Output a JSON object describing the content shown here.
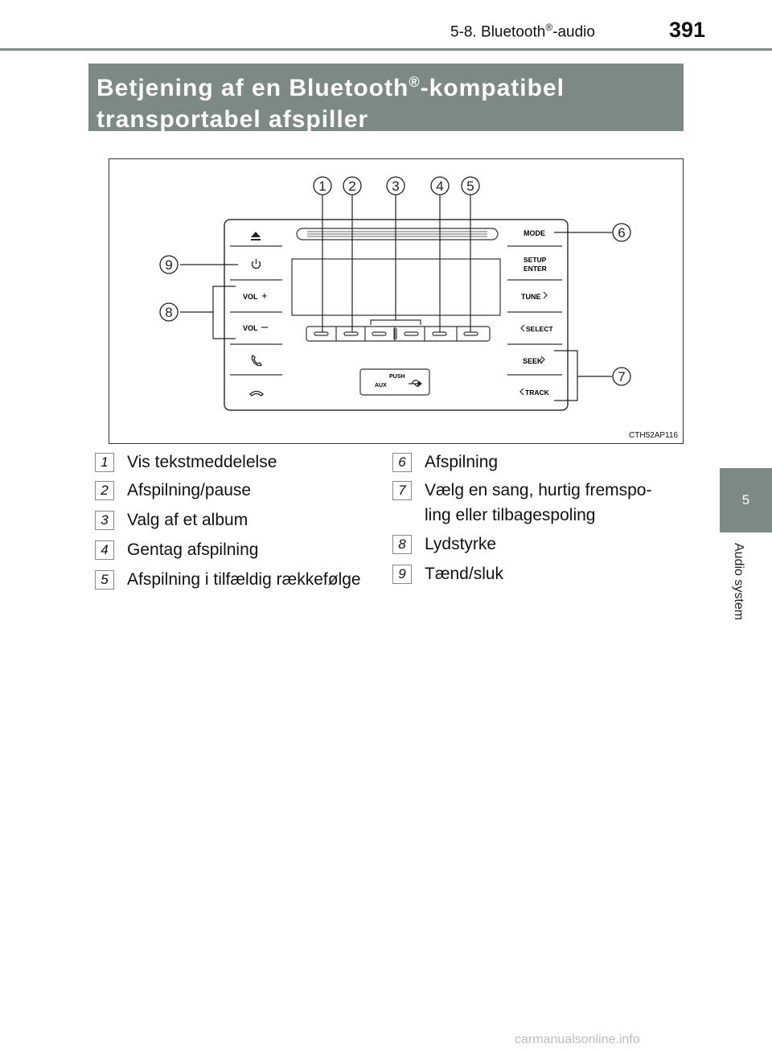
{
  "header": {
    "section": "5-8.  Bluetooth",
    "section_mark": "®",
    "section_suffix": "-audio",
    "page_number": "391"
  },
  "title": {
    "line1_a": "Betjening af en Bluetooth",
    "line1_mark": "®",
    "line1_b": "-kompatibel",
    "line2": "transportabel afspiller"
  },
  "side_tab": {
    "chapter": "5",
    "label": "Audio system"
  },
  "figure": {
    "code": "CTH52AP116",
    "callouts": [
      "1",
      "2",
      "3",
      "4",
      "5",
      "6",
      "7",
      "8",
      "9"
    ],
    "panel_labels": {
      "mode": "MODE",
      "setup": "SETUP",
      "enter": "ENTER",
      "tune": "TUNE",
      "select": "SELECT",
      "seek": "SEEK",
      "track": "TRACK",
      "vol_plus": "VOL",
      "vol_minus": "VOL",
      "push": "PUSH",
      "aux": "AUX"
    },
    "icons": [
      "eject-icon",
      "power-icon",
      "phone-icon",
      "hang-up-icon",
      "usb-icon"
    ]
  },
  "legend": {
    "left": [
      {
        "num": "1",
        "text": "Vis tekstmeddelelse"
      },
      {
        "num": "2",
        "text": "Afspilning/pause"
      },
      {
        "num": "3",
        "text": "Valg af et album"
      },
      {
        "num": "4",
        "text": "Gentag afspilning"
      },
      {
        "num": "5",
        "text": "Afspilning i tilfældig rækkefølge"
      }
    ],
    "right": [
      {
        "num": "6",
        "text": "Afspilning"
      },
      {
        "num": "7",
        "text": "Vælg en sang, hurtig fremspo-",
        "text2": "ling eller tilbagespoling"
      },
      {
        "num": "8",
        "text": "Lydstyrke"
      },
      {
        "num": "9",
        "text": "Tænd/sluk"
      }
    ]
  },
  "watermark": "carmanualsonline.info"
}
